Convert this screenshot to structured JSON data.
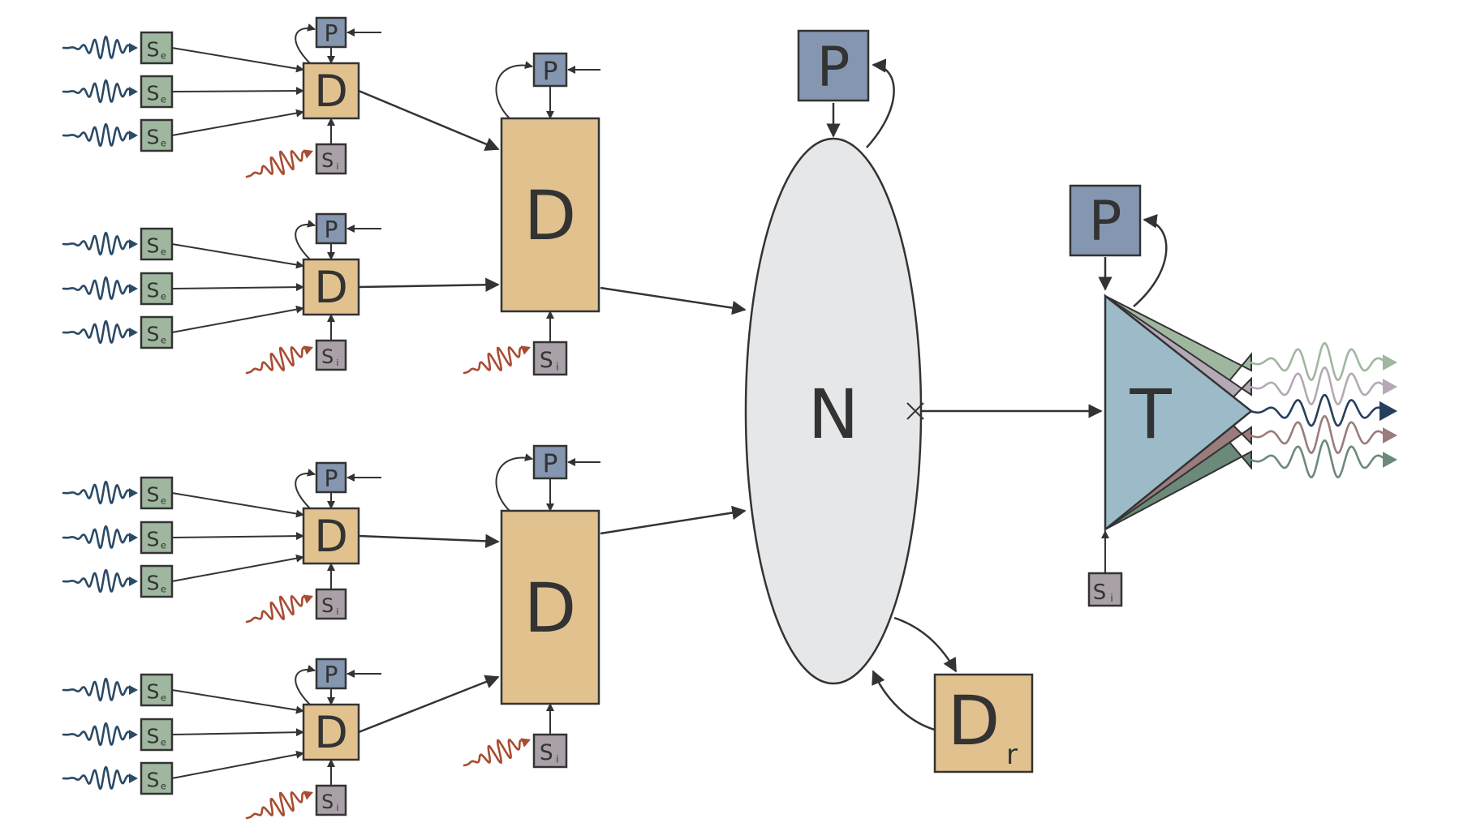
{
  "labels": {
    "sensor_ext": "S",
    "sensor_ext_sub": "e",
    "sensor_int": "S",
    "sensor_int_sub": "i",
    "param": "P",
    "detector": "D",
    "network": "N",
    "transmitter": "T",
    "recall_main": "D",
    "recall_sub": "r"
  },
  "colors": {
    "sensor_ext": "#9fb79f",
    "sensor_int": "#aaa0a8",
    "param": "#8496b0",
    "detector": "#e1c28f",
    "network": "#e6e7e9",
    "transmitter": "#9cbac8",
    "wave_in": "#2b4a66",
    "wave_int": "#a84c32",
    "out_wave_1": "#9fb79f",
    "out_wave_2": "#b4a9b5",
    "out_wave_3": "#25405c",
    "out_wave_4": "#9a7c7c",
    "out_wave_5": "#6b8a7a",
    "stroke": "#333333"
  },
  "icons": {
    "input_wave": "sine-wave-arrow-icon",
    "internal_wave": "sine-wave-arrow-icon",
    "cross_marker": "cross-icon"
  }
}
